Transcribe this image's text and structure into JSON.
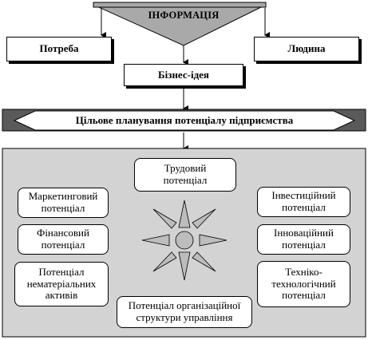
{
  "nodes": {
    "information": "ІНФОРМАЦІЯ",
    "need": "Потреба",
    "person": "Людина",
    "business_idea": "Бізнес-ідея",
    "target_planning": "Цільове планування потенціалу підприємства",
    "labour": "Трудовий\nпотенціал",
    "marketing": "Маркетинговий\nпотенціал",
    "financial": "Фінансовий\nпотенціал",
    "intangible": "Потенціал\nнематеріальних\nактивів",
    "investment": "Інвестиційний\nпотенціал",
    "innovation": "Інноваційний\nпотенціал",
    "tech": "Техніко-\nтехнологічний\nпотенціал",
    "org_structure": "Потенціал організаційної\nструктури управління"
  },
  "colors": {
    "gray": "#a9a9a9",
    "panel": "#d3d3d3",
    "dark": "#5a5a5a"
  }
}
